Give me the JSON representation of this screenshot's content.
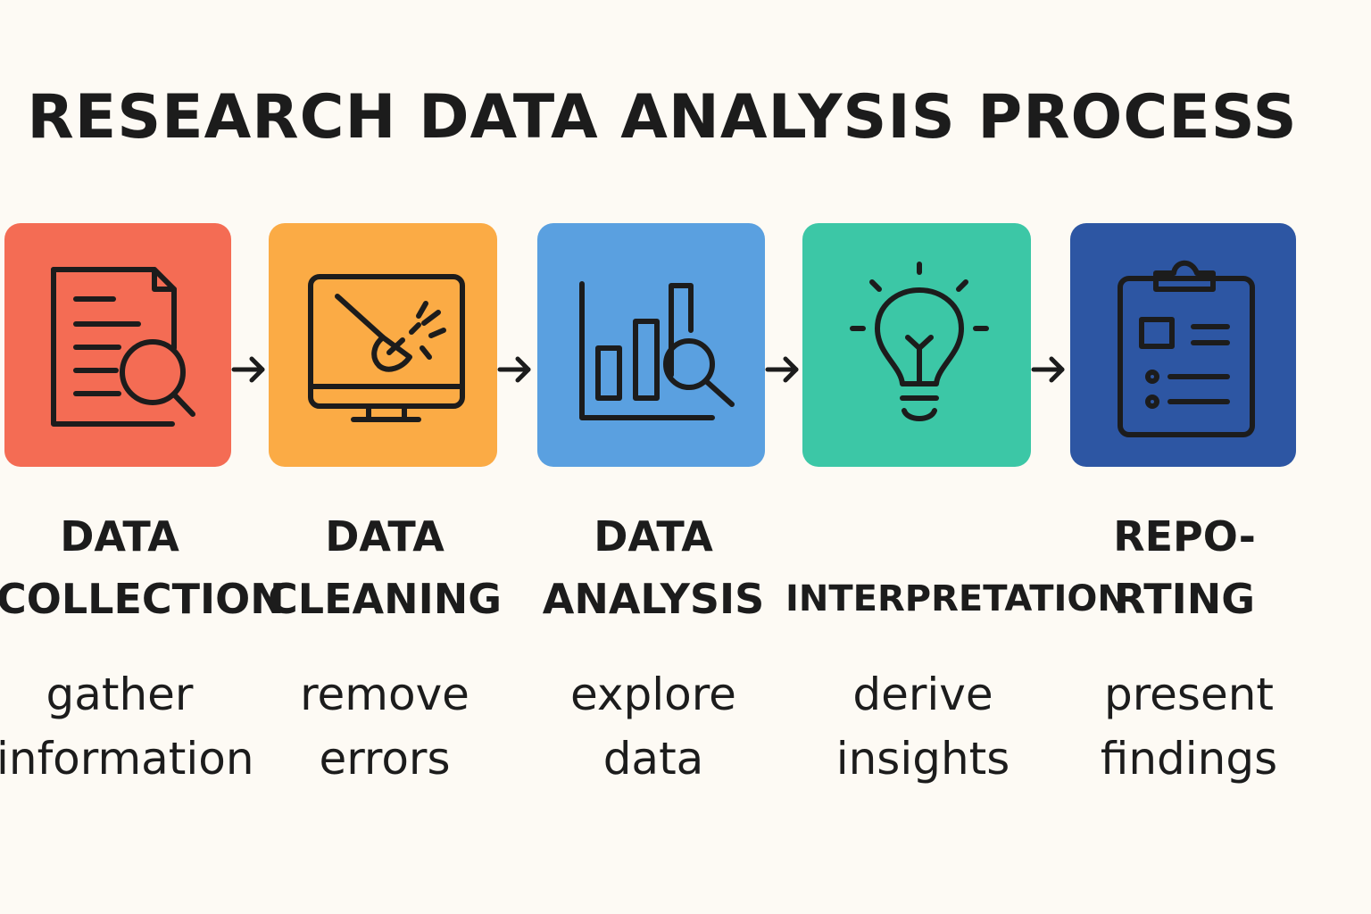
{
  "title": "RESEARCH DATA ANALYSIS PROCESS",
  "steps": [
    {
      "label_lines": [
        "DATA",
        "COLLECTION"
      ],
      "desc_lines": [
        "gather",
        "information"
      ],
      "icon": "document-search-icon",
      "color": "#f46c54"
    },
    {
      "label_lines": [
        "DATA",
        "CLEANING"
      ],
      "desc_lines": [
        "remove",
        "errors"
      ],
      "icon": "monitor-broom-icon",
      "color": "#fbab45"
    },
    {
      "label_lines": [
        "DATA",
        "ANALYSIS"
      ],
      "desc_lines": [
        "explore",
        "data"
      ],
      "icon": "bar-chart-search-icon",
      "color": "#5aa0e0"
    },
    {
      "label_lines": [
        "",
        "INTERPRETATION"
      ],
      "desc_lines": [
        "derive",
        "insights"
      ],
      "icon": "lightbulb-icon",
      "color": "#3cc7a6"
    },
    {
      "label_lines": [
        "REPO-",
        "RTING"
      ],
      "desc_lines": [
        "present",
        "findings"
      ],
      "icon": "clipboard-report-icon",
      "color": "#2d56a3"
    }
  ],
  "connector_icon": "arrow-right-icon"
}
